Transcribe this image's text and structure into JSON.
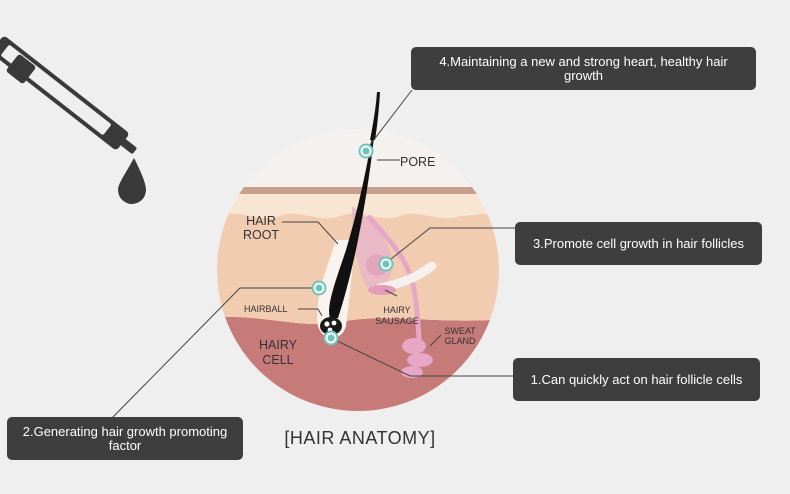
{
  "title": "[HAIR ANATOMY]",
  "callouts": {
    "c1": "1.Can quickly act on hair follicle cells",
    "c2": "2.Generating hair growth promoting factor",
    "c3": "3.Promote cell growth in hair follicles",
    "c4": "4.Maintaining a new and strong heart, healthy hair growth"
  },
  "labels": {
    "pore": "PORE",
    "hair_root": "HAIR ROOT",
    "hairball": "HAIRBALL",
    "hairy_sausage": "HAIRY SAUSAGE",
    "sweat_gland": "SWEAT GLAND",
    "hairy_cell": "HAIRY CELL"
  },
  "colors": {
    "background": "#efefef",
    "callout_bg": "#3e3e3e",
    "marker": "#6cc5bd",
    "skin_top": "#f8e6d2",
    "skin_mid": "#f2ccb0",
    "dermis": "#c77b78",
    "gland": "#e6a6c6"
  },
  "icons": [
    "dropper-icon",
    "drop-icon"
  ]
}
